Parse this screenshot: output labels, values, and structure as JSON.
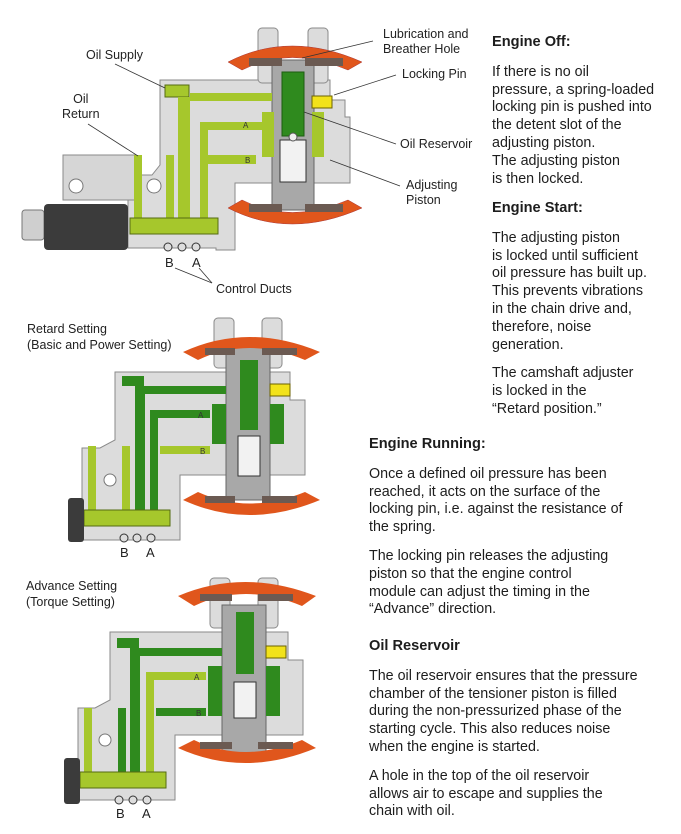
{
  "colors": {
    "housing": "#dcdcdc",
    "housing_dark": "#a8a8a8",
    "oil_light": "#a6c72c",
    "oil_dark": "#2f8a1e",
    "chain_orange": "#e0561c",
    "chain_pad": "#6b5a52",
    "lock_pin_yellow": "#f2e21a",
    "solenoid": "#3b3b3b"
  },
  "diagram_top": {
    "labels": {
      "oil_supply": "Oil Supply",
      "oil_return": "Oil\nReturn",
      "lubrication": "Lubrication and\nBreather Hole",
      "locking_pin": "Locking Pin",
      "oil_reservoir": "Oil Reservoir",
      "adjusting_piston": "Adjusting\nPiston",
      "control_ducts": "Control Ducts",
      "duct_b": "B",
      "duct_a": "A",
      "channel_a": "A",
      "channel_b": "B"
    }
  },
  "diagram_retard": {
    "caption": "Retard Setting\n(Basic and Power Setting)",
    "duct_b": "B",
    "duct_a": "A",
    "channel_a": "A",
    "channel_b": "B"
  },
  "diagram_advance": {
    "caption": "Advance Setting\n(Torque Setting)",
    "duct_b": "B",
    "duct_a": "A",
    "channel_a": "A",
    "channel_b": "B"
  },
  "text": {
    "engine_off": {
      "heading": "Engine Off:",
      "paragraph": "If there is no oil\npressure, a spring-loaded\nlocking pin is pushed into\nthe detent slot of the\nadjusting piston.\nThe adjusting piston\nis then locked."
    },
    "engine_start": {
      "heading": "Engine Start:",
      "paragraph1": "The adjusting piston\nis locked until sufficient\noil pressure has built up.\nThis prevents vibrations\nin the chain drive and,\ntherefore, noise\ngeneration.",
      "paragraph2": "The camshaft adjuster\nis locked in the\n“Retard position.”"
    },
    "engine_running": {
      "heading": "Engine Running:",
      "paragraph1": "Once a defined oil pressure has been\nreached, it acts on the surface of the\nlocking pin, i.e. against the resistance of\nthe spring.",
      "paragraph2": "The locking pin releases the adjusting\npiston so that the engine control\nmodule can adjust the timing in the\n“Advance” direction."
    },
    "oil_reservoir": {
      "heading": "Oil Reservoir",
      "paragraph1": "The oil reservoir ensures that the pressure\nchamber of the tensioner piston is filled\nduring the non-pressurized phase of the\nstarting cycle. This also reduces noise\nwhen the engine is started.",
      "paragraph2": "A hole in the top of the oil reservoir\nallows air to escape and supplies the\nchain with oil."
    }
  }
}
